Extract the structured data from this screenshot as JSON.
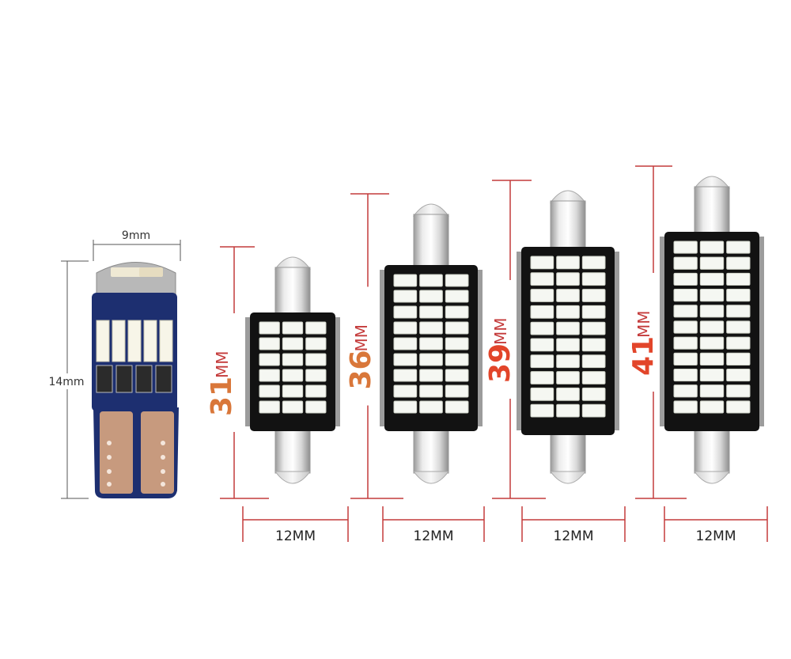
{
  "t10": {
    "width_label": "9mm",
    "height_label": "14mm"
  },
  "bulbs": [
    {
      "length_number": "31",
      "length_unit": "MM",
      "width_label": "12MM",
      "number_color": "#d9773a",
      "leds": [
        3,
        6
      ]
    },
    {
      "length_number": "36",
      "length_unit": "MM",
      "width_label": "12MM",
      "number_color": "#d9773a",
      "leds": [
        3,
        9
      ]
    },
    {
      "length_number": "39",
      "length_unit": "MM",
      "width_label": "12MM",
      "number_color": "#e2452a",
      "leds": [
        3,
        10
      ]
    },
    {
      "length_number": "41",
      "length_unit": "MM",
      "width_label": "12MM",
      "number_color": "#e2452a",
      "leds": [
        3,
        11
      ]
    }
  ],
  "colors": {
    "dim_line": "#c43b3b",
    "dim_text": "#222222",
    "unit_text": "#c43b3b",
    "pcb": "#121212",
    "led": "#f5f7f2",
    "t10_pcb": "#1d2f70",
    "t10_pad": "#c79a7e"
  }
}
